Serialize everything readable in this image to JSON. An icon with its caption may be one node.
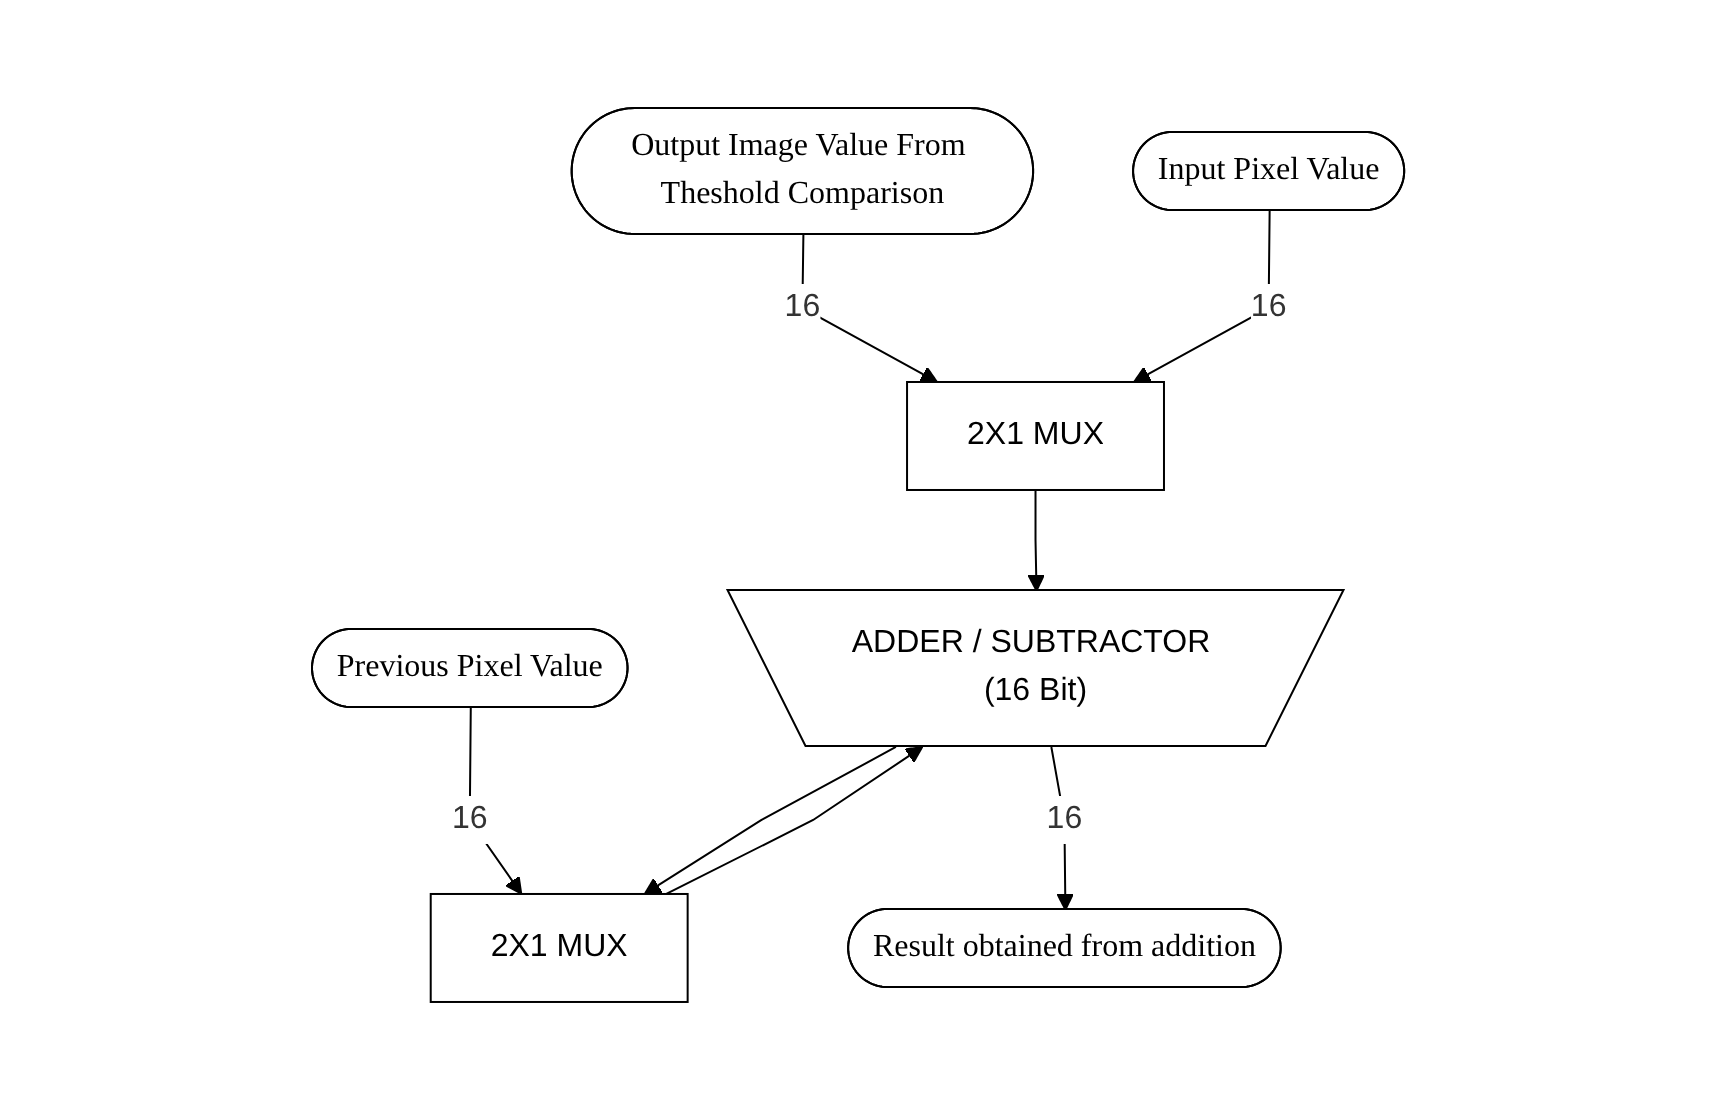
{
  "diagram": {
    "nodes": [
      {
        "text": [
          "Output Image Value From Theshold Comparison"
        ]
      },
      {
        "text": [
          "Input Pixel Value"
        ]
      },
      {
        "text": [
          "Previous Pixel Value"
        ]
      },
      {
        "text": [
          "2X1 MUX"
        ]
      },
      {
        "text": [
          "2X1 MUX"
        ]
      },
      {
        "text": [
          "ADDER / SUBTRACTOR (16 Bit)"
        ]
      },
      {
        "text": [
          "Result obtained from addition"
        ]
      }
    ],
    "edges": [
      {
        "from": 0,
        "to": 3,
        "arrow": "to",
        "label": "16"
      },
      {
        "from": 1,
        "to": 3,
        "arrow": "to",
        "label": "16"
      },
      {
        "from": 2,
        "to": 4,
        "arrow": "to",
        "label": "16"
      },
      {
        "from": 5,
        "to": 4,
        "arrow": "to"
      },
      {
        "from": 3,
        "to": 5,
        "arrow": "to"
      },
      {
        "from": 4,
        "to": 5,
        "arrow": "to"
      },
      {
        "from": 5,
        "to": 6,
        "arrow": "to",
        "label": "16"
      }
    ]
  }
}
